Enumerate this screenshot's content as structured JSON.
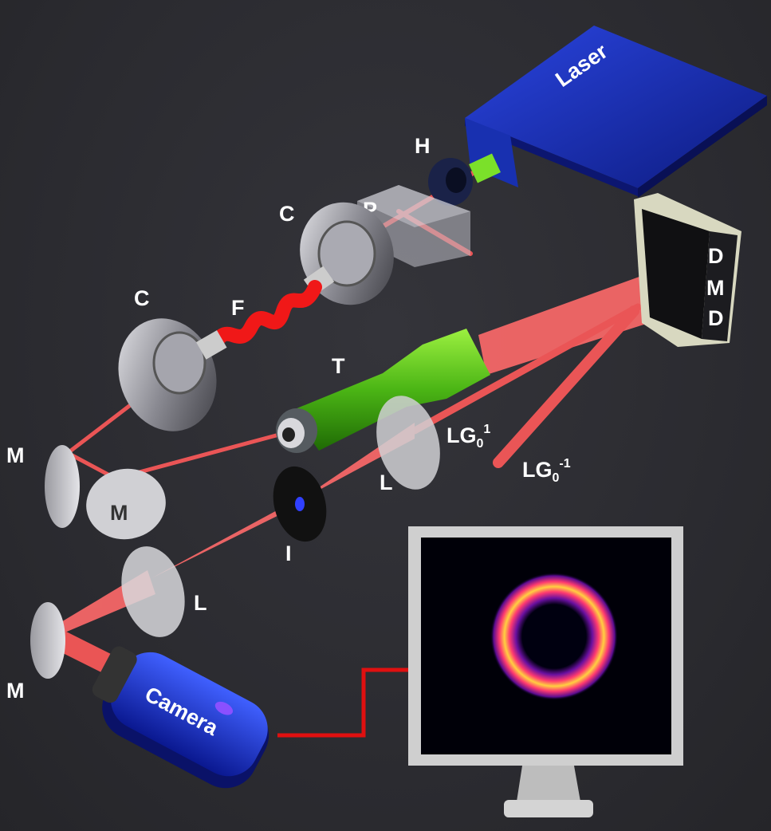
{
  "title": "Optical setup for Laguerre-Gaussian beam generation with DMD",
  "labels": {
    "laser": "Laser",
    "half_wave_plate": "H",
    "polarizer": "P",
    "coupler_top": "C",
    "fiber": "F",
    "coupler_left": "C",
    "telescope": "T",
    "dmd": [
      "D",
      "M",
      "D"
    ],
    "lg_plus": {
      "base": "LG",
      "sub": "0",
      "sup": "1"
    },
    "lg_minus": {
      "base": "LG",
      "sub": "0",
      "sup": "-1"
    },
    "mirror_1": "M",
    "mirror_2": "M",
    "mirror_3": "M",
    "lens_1": "L",
    "lens_2": "L",
    "iris": "I",
    "camera": "Camera"
  },
  "colors": {
    "background": "#2b2b30",
    "beam": "#ff5a5a",
    "laser_body": "#1a2fb8",
    "telescope": "#4fc21a",
    "cable": "#e01010",
    "camera_body": "#1f3bd8"
  }
}
